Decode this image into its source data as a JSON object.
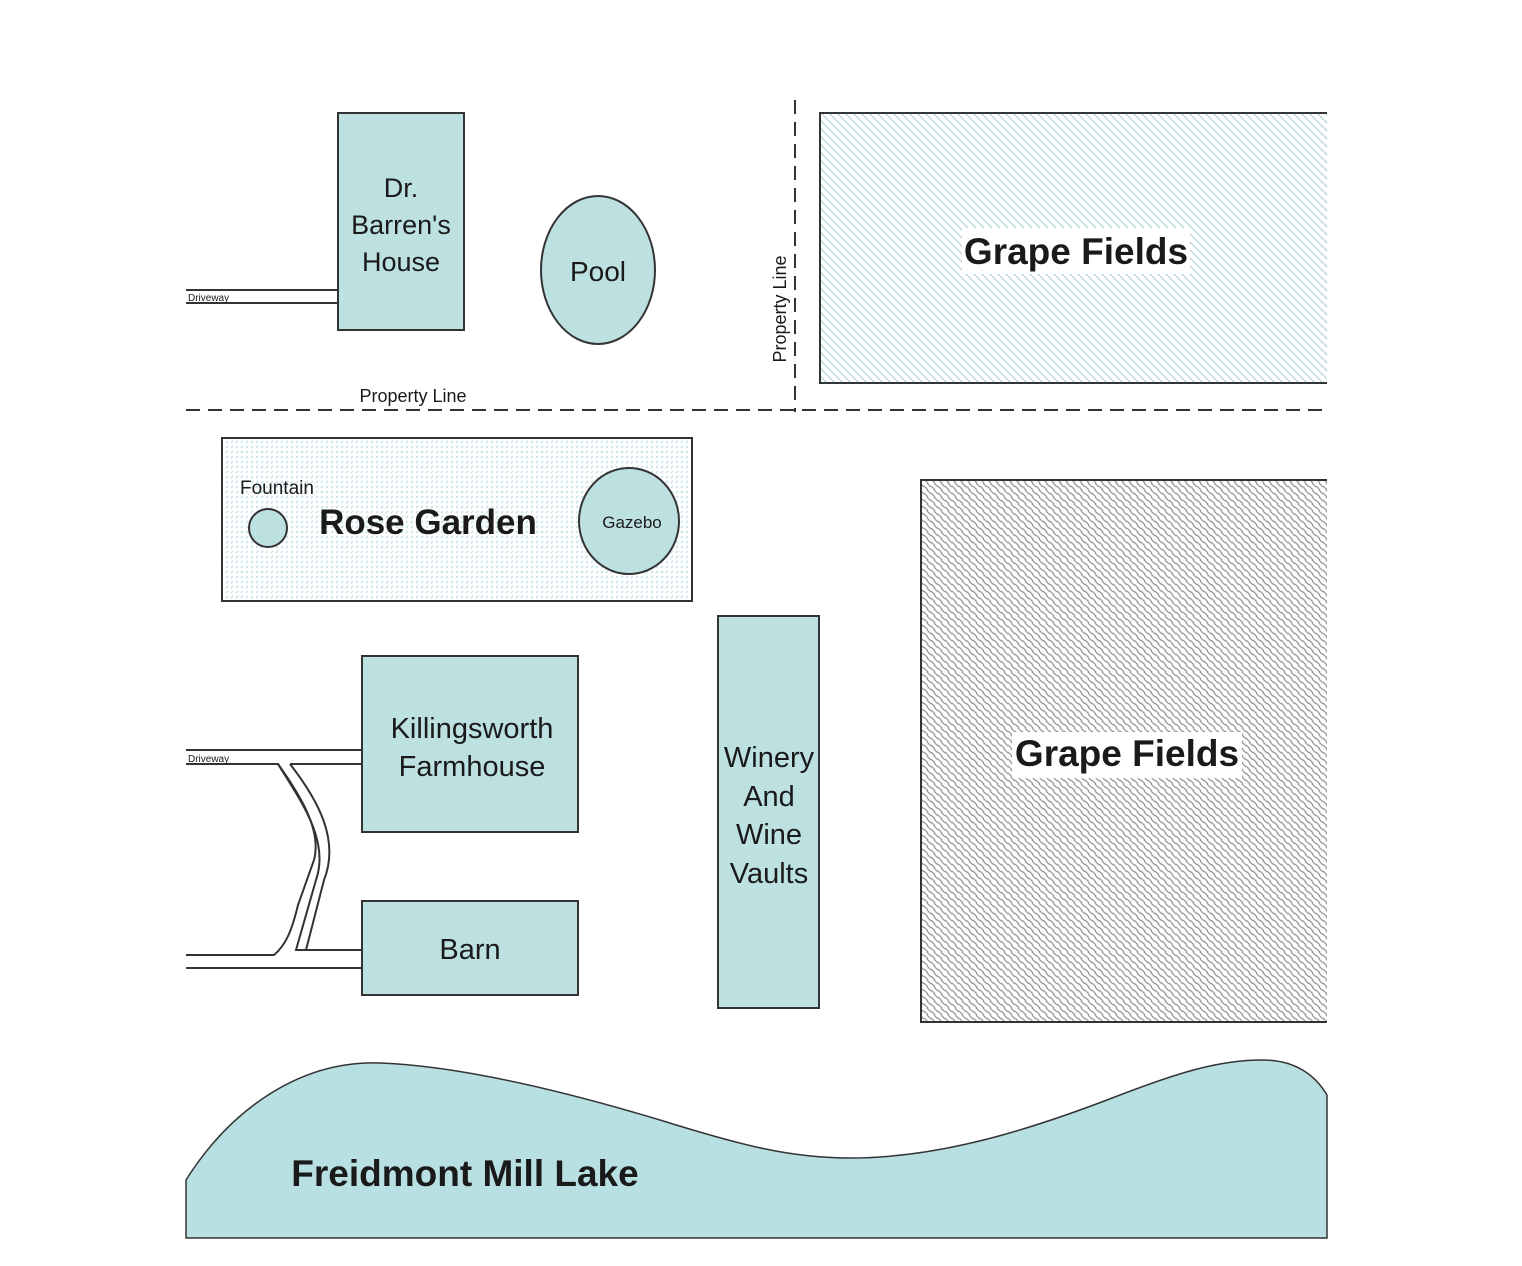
{
  "map": {
    "labels": {
      "dr_barrens_house": [
        "Dr.",
        "Barren's",
        "House"
      ],
      "pool": "Pool",
      "property_line_horizontal": "Property Line",
      "property_line_vertical": "Property Line",
      "grape_fields_top": "Grape Fields",
      "fountain": "Fountain",
      "rose_garden": "Rose Garden",
      "gazebo": "Gazebo",
      "killingsworth_farmhouse": [
        "Killingsworth",
        "Farmhouse"
      ],
      "barn": "Barn",
      "winery": [
        "Winery",
        "And",
        "Wine",
        "Vaults"
      ],
      "grape_fields_right": "Grape Fields",
      "lake": "Freidmont Mill Lake",
      "driveway_top": "Driveway",
      "driveway_mid": "Driveway"
    },
    "colors": {
      "building_fill": "#bde0e1",
      "lake_fill": "#b8dfe2",
      "outline": "#333333",
      "hatch": "#b7c9cc"
    }
  }
}
